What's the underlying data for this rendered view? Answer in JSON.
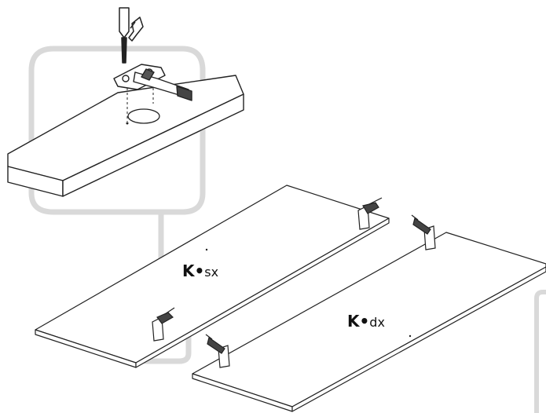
{
  "labels": {
    "left_panel": {
      "letter": "K",
      "separator": "•",
      "side": "sx"
    },
    "right_panel": {
      "letter": "K",
      "separator": "•",
      "side": "dx"
    }
  },
  "colors": {
    "line": "#222222",
    "callout": "#d9d9d9",
    "background": "#ffffff"
  },
  "icons": [
    "screwdriver-icon",
    "hinge-icon",
    "drill-hole-icon"
  ]
}
